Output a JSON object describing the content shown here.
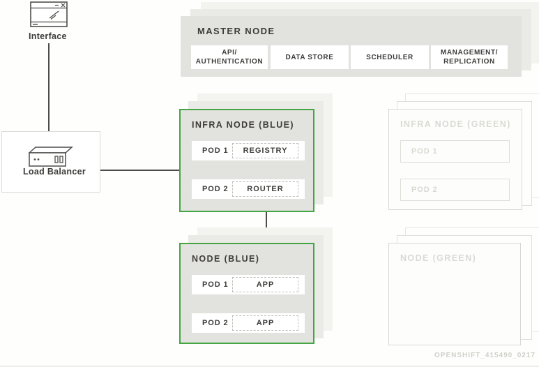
{
  "diagram": {
    "watermark": "OPENSHIFT_415490_0217",
    "colors": {
      "accent_green": "#44a542",
      "node_fill": "#e2e2df",
      "text_dark": "#3d3c3a",
      "faded_text": "#dadad5",
      "connector": "#4c4c4a"
    }
  },
  "interface": {
    "label": "Interface",
    "icon": "browser-window-icon"
  },
  "load_balancer": {
    "label": "Load Balancer",
    "icon": "server-appliance-icon"
  },
  "master_node": {
    "title": "MASTER NODE",
    "components": [
      {
        "label": "API/\nAUTHENTICATION"
      },
      {
        "label": "DATA STORE"
      },
      {
        "label": "SCHEDULER"
      },
      {
        "label": "MANAGEMENT/\nREPLICATION"
      }
    ]
  },
  "infra_node_blue": {
    "title": "INFRA NODE (BLUE)",
    "pods": [
      {
        "name": "POD 1",
        "service": "REGISTRY"
      },
      {
        "name": "POD 2",
        "service": "ROUTER"
      }
    ]
  },
  "node_blue": {
    "title": "NODE (BLUE)",
    "pods": [
      {
        "name": "POD 1",
        "service": "APP"
      },
      {
        "name": "POD 2",
        "service": "APP"
      }
    ]
  },
  "infra_node_green": {
    "title": "INFRA NODE (GREEN)",
    "pods": [
      {
        "name": "POD 1"
      },
      {
        "name": "POD 2"
      }
    ]
  },
  "node_green": {
    "title": "NODE (GREEN)"
  }
}
